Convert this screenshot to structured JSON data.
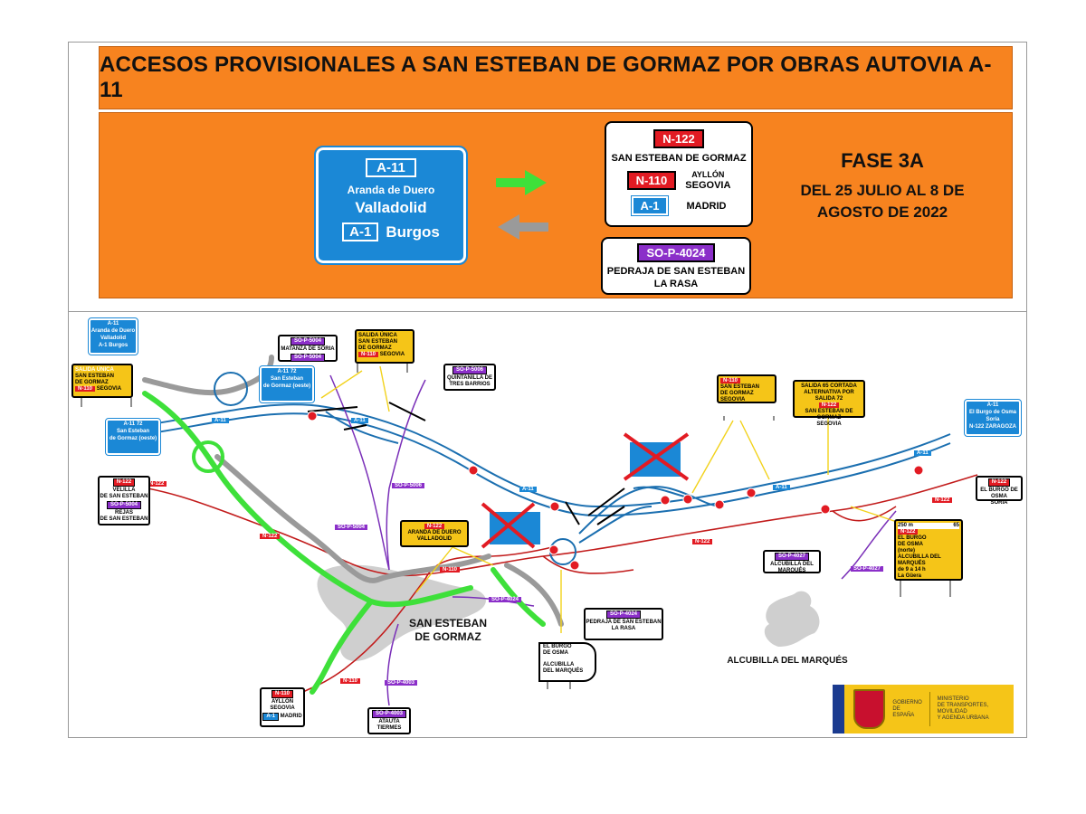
{
  "title": "ACCESOS PROVISIONALES A SAN ESTEBAN DE GORMAZ  POR OBRAS AUTOVIA A-11",
  "legend": {
    "blue_sign": {
      "road": "A-11",
      "line1": "Aranda de Duero",
      "line2": "Valladolid",
      "road2": "A-1",
      "line3": "Burgos"
    },
    "white_sign": {
      "road": "N-122",
      "line1": "SAN ESTEBAN DE GORMAZ",
      "road2": "N-110",
      "line2a": "AYLLÓN",
      "line2b": "SEGOVIA",
      "road3": "A-1",
      "line3": "MADRID"
    },
    "white_sign2": {
      "road": "SO-P-4024",
      "line1": "PEDRAJA DE SAN ESTEBAN",
      "line2": "LA RASA"
    },
    "fase_title": "FASE 3A",
    "fase_dates_1": "DEL 25 JULIO AL 8 DE",
    "fase_dates_2": "AGOSTO DE 2022"
  },
  "map": {
    "town_label_1": "SAN ESTEBAN",
    "town_label_2": "DE GORMAZ",
    "village_label": "ALCUBILLA DEL MARQUÉS",
    "road_tags": {
      "a11_1": "A-11",
      "a11_2": "A-11",
      "a11_3": "A-11",
      "a11_4": "A-11",
      "a11_5": "A-11",
      "n122_1": "N-122",
      "n122_2": "N-122",
      "n122_3": "N-122",
      "n122_4": "N-122",
      "n110_1": "N-110",
      "n110_2": "N-110",
      "so5006": "SO-P-5006",
      "so5004": "SO-P-5004",
      "so4024": "SO-P-4024",
      "so4003": "SO-P-4003",
      "so4027": "SO-P-4027"
    },
    "signs": {
      "s1": {
        "road": "A-11",
        "l1": "Aranda de Duero",
        "l2": "Valladolid",
        "road2": "A-1",
        "l3": "Burgos"
      },
      "s2": {
        "title": "SALIDA ÚNICA",
        "l1": "SAN ESTEBAN",
        "l2": "DE GORMAZ",
        "road": "N-110",
        "l3": "SEGOVIA"
      },
      "s3": {
        "road": "A-11",
        "exit": "72",
        "l1": "San Esteban",
        "l2": "de Gormaz (oeste)"
      },
      "s4": {
        "road": "A-11",
        "exit": "72",
        "l1": "San Esteban",
        "l2": "de Gormaz (oeste)"
      },
      "s5": {
        "road": "SO-P-5004",
        "l1": "MATANZA DE SORIA",
        "road2": "SO-P-5004"
      },
      "s6": {
        "title": "SALIDA ÚNICA",
        "l1": "SAN ESTEBAN",
        "l2": "DE GORMAZ",
        "road": "N-110",
        "l3": "SEGOVIA"
      },
      "s7": {
        "road": "SO-P-5006",
        "l1": "QUINTANILLA DE",
        "l2": "TRES BARRIOS"
      },
      "s8": {
        "road": "N-122",
        "l1": "VELILLA",
        "l2": "DE SAN ESTEBAN",
        "road2": "SO-P-5004",
        "l3": "REJAS",
        "l4": "DE SAN ESTEBAN"
      },
      "s9": {
        "road": "N-122",
        "l1": "ARANDA DE DUERO",
        "l2": "VALLADOLID"
      },
      "s10": {
        "road": "N-110",
        "l1": "SAN ESTEBAN",
        "l2": "DE GORMAZ",
        "l3": "SEGOVIA"
      },
      "s11": {
        "l1": "SALIDA 65 CORTADA",
        "l2": "ALTERNATIVA POR",
        "l3": "SALIDA 72",
        "road": "N-122",
        "l4": "SAN ESTEBAN DE GORMAZ",
        "l5": "SEGOVIA"
      },
      "s12": {
        "road": "A-11",
        "l1": "El Burgo de Osma",
        "l2": "Soria",
        "road2": "N-122",
        "l3": "ZARAGOZA"
      },
      "s13": {
        "road": "N-122",
        "l1": "EL BURGO DE OSMA",
        "l2": "SORIA"
      },
      "s14": {
        "road": "SO-P-4027",
        "l1": "ALCUBILLA DEL MARQUÉS"
      },
      "s15": {
        "road": "SO-P-4024",
        "l1": "PEDRAJA DE SAN ESTEBAN",
        "l2": "LA RASA"
      },
      "s16": {
        "road": "N-110",
        "l1": "AYLLÓN",
        "l2": "SEGOVIA",
        "road2": "A-1",
        "l3": "MADRID"
      },
      "s17": {
        "road": "SO-P-4003",
        "l1": "ATAUTA",
        "l2": "TIERMES"
      },
      "s18": {
        "l1": "EL BURGO",
        "l2": "DE OSMA",
        "l3": "ALCUBILLA",
        "l4": "DEL MARQUÉS"
      },
      "s19": {
        "dist": "250 m",
        "exit": "65",
        "road": "N-122",
        "l1": "EL BURGO",
        "l2": "DE OSMA",
        "l3": "(norte)",
        "l4": "ALCUBILLA DEL MARQUÉS",
        "l5": "de 9 a 14 h",
        "l6": "La Güera"
      }
    }
  },
  "footer": {
    "gov1": "GOBIERNO",
    "gov2": "DE ESPAÑA",
    "min1": "MINISTERIO",
    "min2": "DE TRANSPORTES, MOVILIDAD",
    "min3": "Y AGENDA URBANA"
  },
  "colors": {
    "orange": "#f7831f",
    "blue": "#1b88d6",
    "red": "#e21b23",
    "purple": "#8b2fc9",
    "green": "#3ee03a",
    "yellow": "#f5c518"
  }
}
